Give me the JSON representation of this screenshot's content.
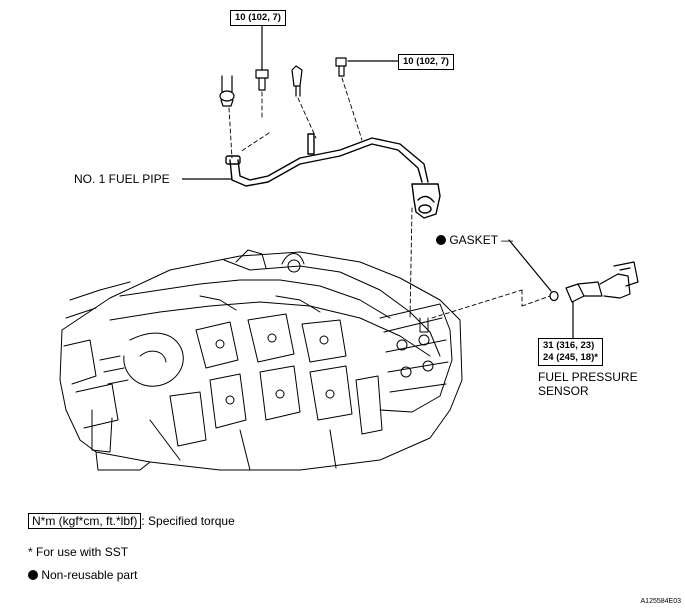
{
  "torque_top": "10 (102, 7)",
  "torque_right": "10 (102, 7)",
  "labels": {
    "fuel_pipe": "NO. 1 FUEL PIPE",
    "gasket": "GASKET",
    "sensor_line1": "FUEL PRESSURE",
    "sensor_line2": "SENSOR"
  },
  "sensor_torque": {
    "line1": "31 (316, 23)",
    "line2": "24 (245, 18)*"
  },
  "legend": {
    "torque_unit": "N*m (kgf*cm, ft.*lbf)",
    "torque_desc": ": Specified torque",
    "sst_note": "* For use with SST",
    "nonreusable": "Non-reusable part"
  },
  "figure_ref": "A125584E03"
}
